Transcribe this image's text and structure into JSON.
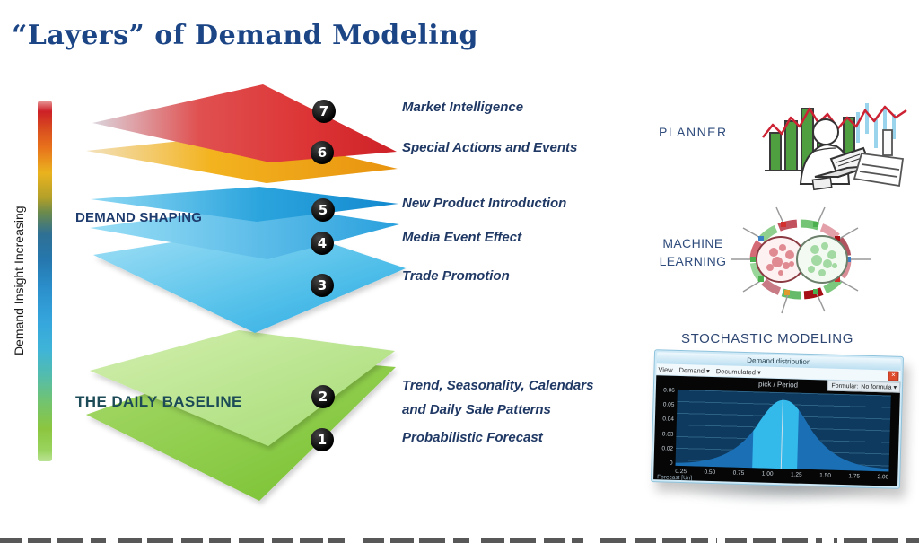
{
  "slide": {
    "title": "“Layers” of Demand Modeling",
    "axis_label": "Demand Insight Increasing"
  },
  "groups": {
    "demand_shaping": "DEMAND SHAPING",
    "daily_baseline": "THE DAILY BASELINE"
  },
  "layers": [
    {
      "num": "7",
      "label": "Market Intelligence",
      "color": "#d8312f"
    },
    {
      "num": "6",
      "label": "Special Actions and Events",
      "color": "#f0a51f"
    },
    {
      "num": "5",
      "label": "New Product Introduction",
      "color": "#1d9ade"
    },
    {
      "num": "4",
      "label": "Media Event Effect",
      "color": "#33a9e0"
    },
    {
      "num": "3",
      "label": "Trade Promotion",
      "color": "#54c0ea"
    },
    {
      "num": "2",
      "label": "Trend, Seasonality, Calendars and Daily Sale Patterns",
      "color": "#b8e48e"
    },
    {
      "num": "1",
      "label": "Probabilistic Forecast",
      "color": "#84c93e"
    }
  ],
  "right_panel": {
    "planner_label": "PLANNER",
    "machine_learning_label": "MACHINE LEARNING",
    "stochastic_label": "STOCHASTIC MODELING",
    "window": {
      "title": "Demand distribution",
      "menu": [
        "View",
        "Demand ▾",
        "Decumulated ▾"
      ],
      "formula_label": "Formular:",
      "formula_value": "No formula ▾",
      "close_glyph": "✕",
      "chart_title": "pick / Period",
      "y_ticks": [
        "0.06",
        "0.05",
        "0.04",
        "0.03",
        "0.02",
        "0"
      ],
      "x_ticks": [
        "0.25",
        "0.50",
        "0.75",
        "1.00",
        "1.25",
        "1.50",
        "1.75",
        "2.00"
      ],
      "footer": "Forecast [Un]"
    }
  }
}
